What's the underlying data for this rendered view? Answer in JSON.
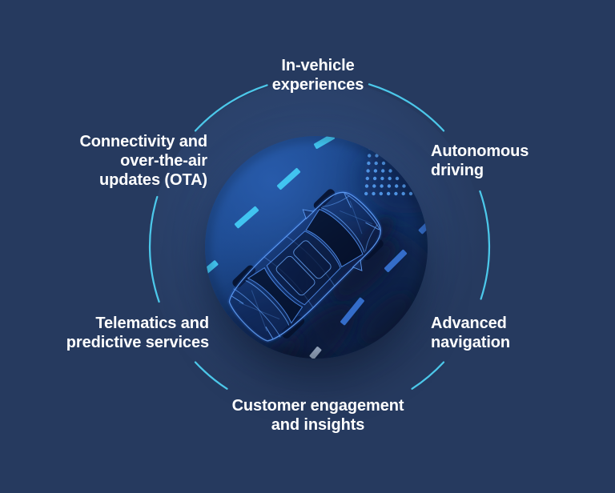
{
  "page": {
    "background_color": "#263A5F",
    "text_color": "#FFFFFF"
  },
  "ring": {
    "color": "#4CC8EA",
    "segments": 6
  },
  "labels": {
    "top": {
      "lines": [
        "In-vehicle",
        "experiences"
      ]
    },
    "ne": {
      "lines": [
        "Autonomous",
        "driving"
      ]
    },
    "se": {
      "lines": [
        "Advanced",
        "navigation"
      ]
    },
    "s": {
      "lines": [
        "Customer engagement",
        "and insights"
      ]
    },
    "sw": {
      "lines": [
        "Telematics and",
        "predictive services"
      ]
    },
    "nw": {
      "lines": [
        "Connectivity and",
        "over-the-air",
        "updates (OTA)"
      ]
    }
  },
  "center_image": {
    "subject": "wireframe-car-top-view",
    "elements": [
      "lane-marking-dashes",
      "sensor-dot-grid",
      "car-shadow"
    ],
    "colors": {
      "road_light": "#1E4F94",
      "road_dark": "#0D2146",
      "dash_cyan": "#41C4F0",
      "dash_blue": "#346DC9",
      "dash_gray": "#8FA0B8",
      "dots_blue": "#4E93E3",
      "car_wireframe": "#5E9BF2"
    }
  }
}
